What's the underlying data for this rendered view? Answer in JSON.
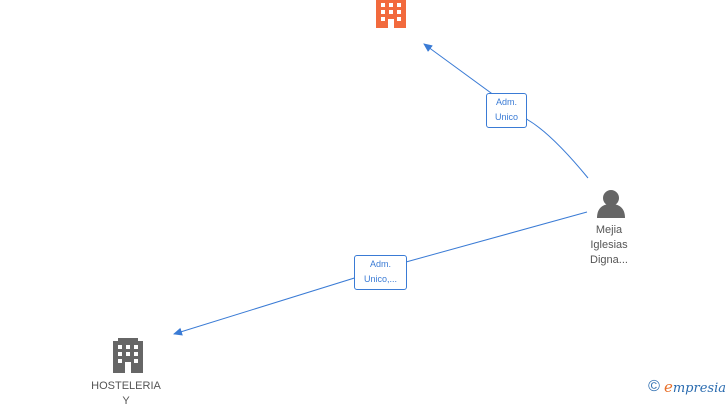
{
  "nodes": {
    "company_top": {
      "icon": "building-icon",
      "color": "#f26a3d"
    },
    "person": {
      "icon": "person-icon",
      "color": "#666666",
      "label_lines": [
        "Mejia",
        "Iglesias",
        "Digna..."
      ]
    },
    "company_bottom": {
      "icon": "building-icon",
      "color": "#666666",
      "label_lines": [
        "HOSTELERIA",
        "Y"
      ]
    }
  },
  "edges": [
    {
      "from": "person",
      "to": "company_top",
      "label_lines": [
        "Adm.",
        "Unico"
      ]
    },
    {
      "from": "person",
      "to": "company_bottom",
      "label_lines": [
        "Adm.",
        "Unico,..."
      ]
    }
  ],
  "colors": {
    "edge": "#3a7bd5"
  },
  "brand": {
    "copyright": "©",
    "initial": "e",
    "wordmark": "mpresia"
  }
}
